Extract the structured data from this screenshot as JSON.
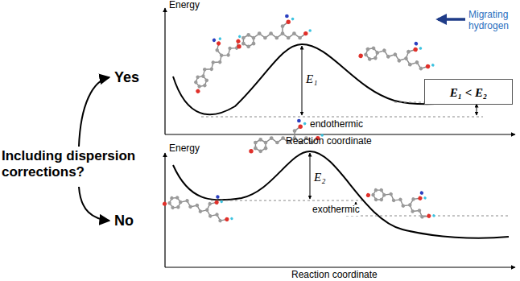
{
  "diagram": {
    "nodes": [
      {
        "text": [
          "E₁ < E₂"
        ]
      }
    ],
    "labels": [
      "Energy",
      "Migrating hydrogen",
      "E₁",
      "endothermic",
      "Reaction coordinate",
      "Yes",
      "Including dispersion corrections?",
      "No",
      "Energy",
      "E₂",
      "exothermic",
      "Reaction coordinate"
    ]
  }
}
